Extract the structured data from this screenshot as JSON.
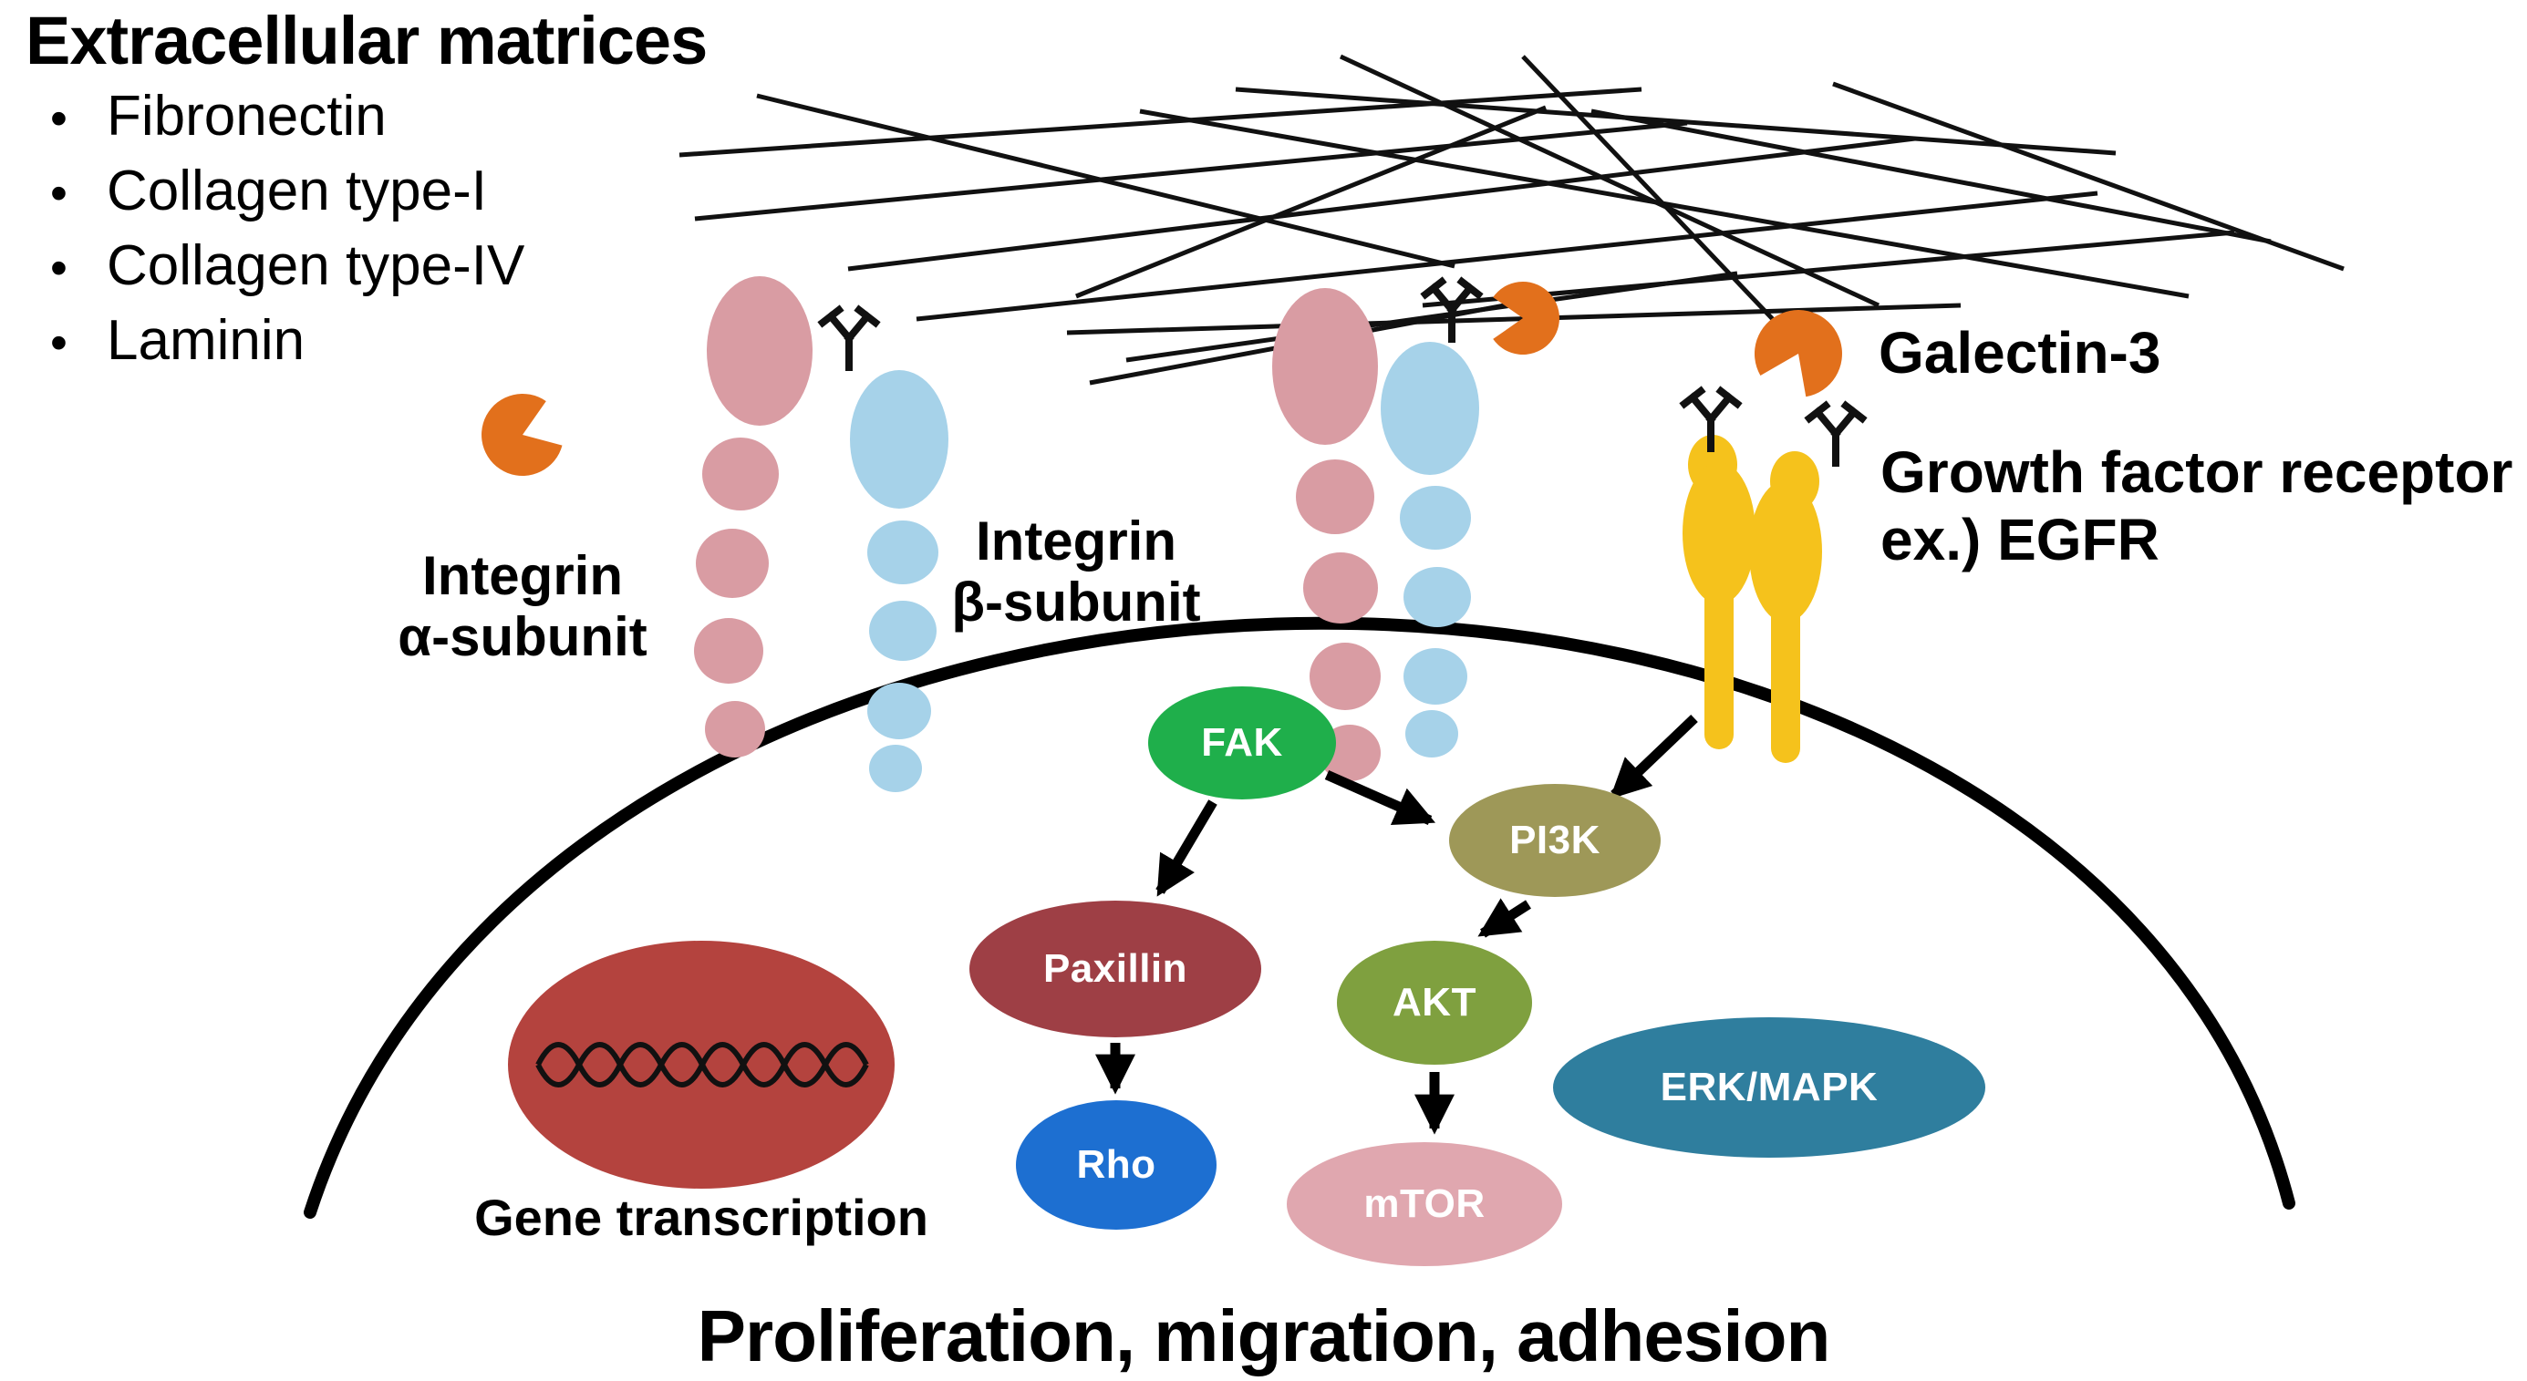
{
  "diagram": {
    "heading": "Extracellular matrices",
    "bullet": "•",
    "ecm_items": [
      "Fibronectin",
      "Collagen type-I",
      "Collagen type-IV",
      "Laminin"
    ],
    "labels": {
      "integrin_alpha_line1": "Integrin",
      "integrin_alpha_line2": "α-subunit",
      "integrin_beta_line1": "Integrin",
      "integrin_beta_line2": "β-subunit",
      "galectin3": "Galectin-3",
      "growth_factor_line1": "Growth factor receptor",
      "growth_factor_line2": "ex.) EGFR",
      "gene_transcription": "Gene transcription",
      "outcome": "Proliferation, migration, adhesion"
    },
    "nodes": {
      "fak": {
        "label": "FAK",
        "color": "#1FAF4B"
      },
      "pi3k": {
        "label": "PI3K",
        "color": "#9E9858"
      },
      "paxillin": {
        "label": "Paxillin",
        "color": "#9E3F45"
      },
      "akt": {
        "label": "AKT",
        "color": "#7FA03F"
      },
      "rho": {
        "label": "Rho",
        "color": "#1D6FD1"
      },
      "mtor": {
        "label": "mTOR",
        "color": "#E0A7AF"
      },
      "erk_mapk": {
        "label": "ERK/MAPK",
        "color": "#2F7E9E"
      }
    },
    "colors": {
      "integrin_alpha": "#D99CA3",
      "integrin_beta": "#A6D2E9",
      "egfr": "#F5C21C",
      "galectin": "#E2701C",
      "gene_ellipse": "#B4433E",
      "membrane": "#000000",
      "fibers": "#111111",
      "text": "#000000"
    }
  }
}
